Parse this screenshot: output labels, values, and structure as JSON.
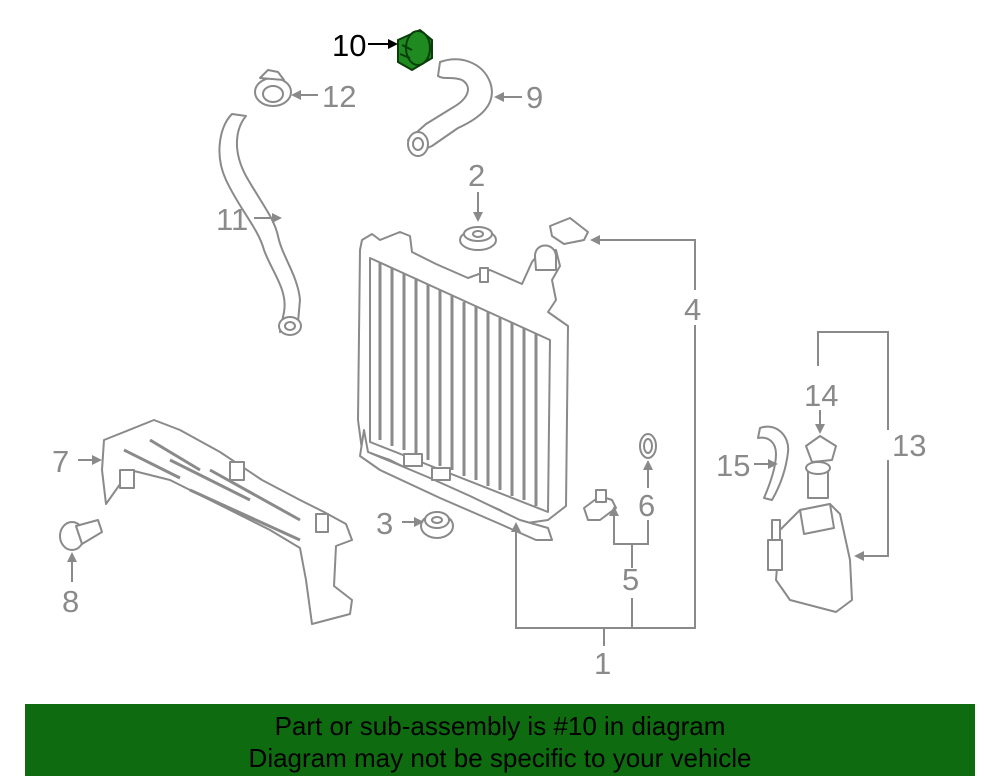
{
  "callouts": {
    "c1": "1",
    "c2": "2",
    "c3": "3",
    "c4": "4",
    "c5": "5",
    "c6": "6",
    "c7": "7",
    "c8": "8",
    "c9": "9",
    "c10": "10",
    "c11": "11",
    "c12": "12",
    "c13": "13",
    "c14": "14",
    "c15": "15"
  },
  "highlighted_part": "10",
  "banner": {
    "line1": "Part or sub-assembly is #10 in diagram",
    "line2": "Diagram may not be specific to your vehicle"
  },
  "colors": {
    "banner_bg": "#0f6b0f",
    "highlight": "#1f8a1f",
    "line": "#8a8a8a"
  }
}
